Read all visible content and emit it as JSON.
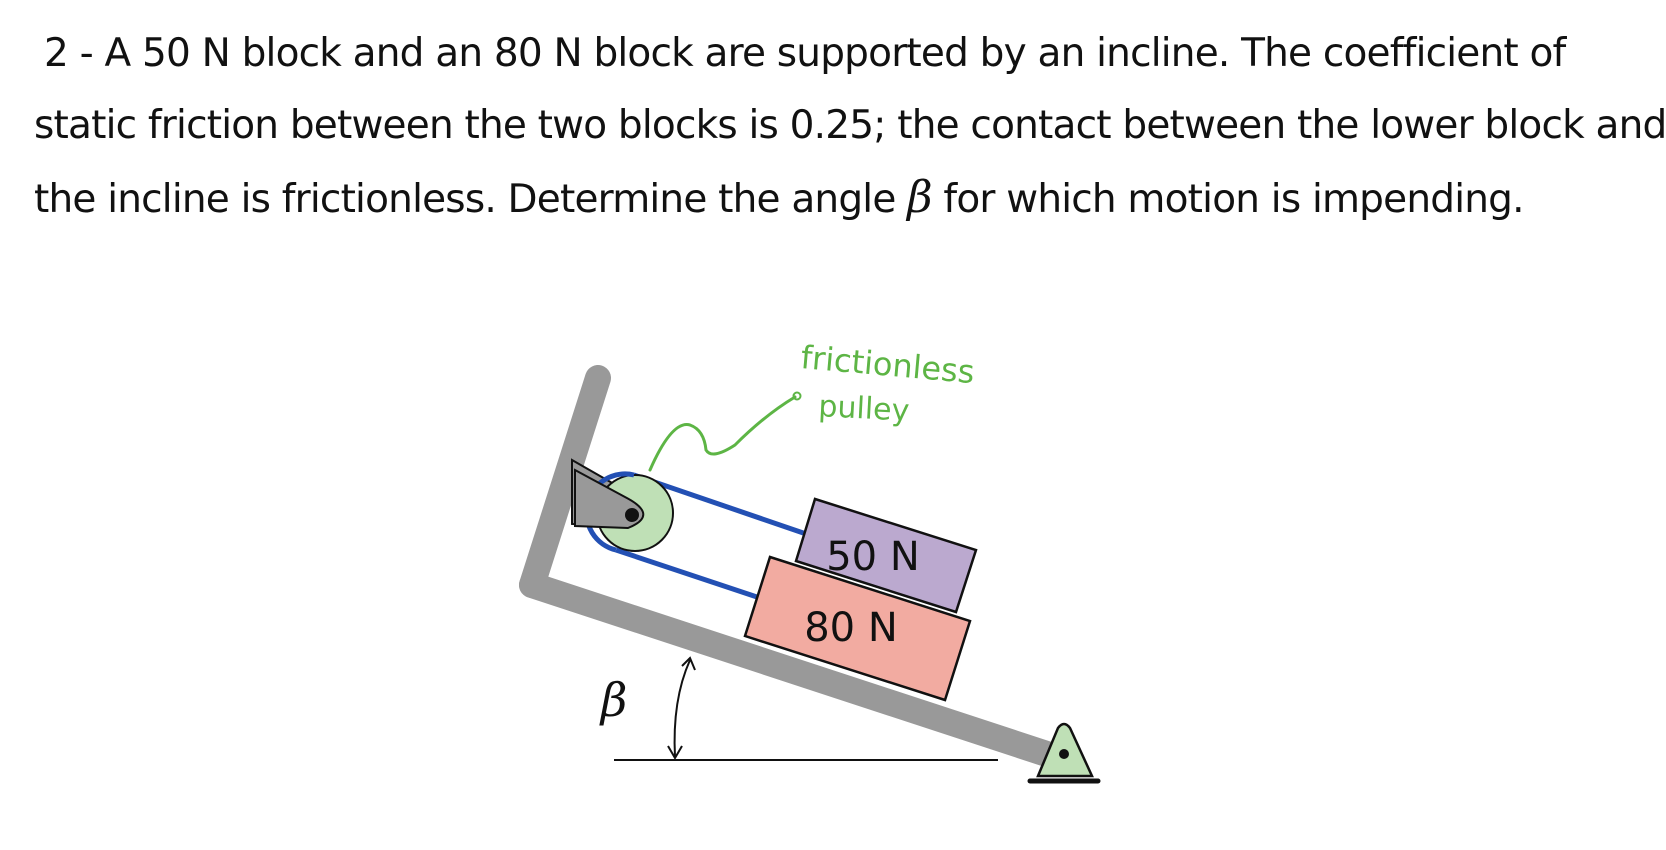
{
  "problem": {
    "number": "2",
    "separator": "-",
    "line1": "A 50 N block and an 80 N block are supported by an incline. The coefficient of",
    "line2": "static friction between the two blocks is 0.25; the contact between the lower block and",
    "line3_before": "the incline is frictionless. Determine the angle",
    "line3_symbol": "β",
    "line3_after": "for which motion is impending."
  },
  "diagram": {
    "annotation": {
      "line1": "frictionless",
      "line2": "pulley"
    },
    "upper_block_label": "50 N",
    "lower_block_label": "80 N",
    "angle_label": "β",
    "colors": {
      "incline": "#999999",
      "pulley_fill": "#bfe0b6",
      "rope": "#2350b4",
      "upper_block": "#bba9cf",
      "lower_block": "#f2aba1",
      "annotation": "#5db545",
      "support": "#bfe0b6"
    },
    "icons": {
      "pulley": "pulley-icon",
      "pin_support": "pin-support-icon"
    }
  }
}
